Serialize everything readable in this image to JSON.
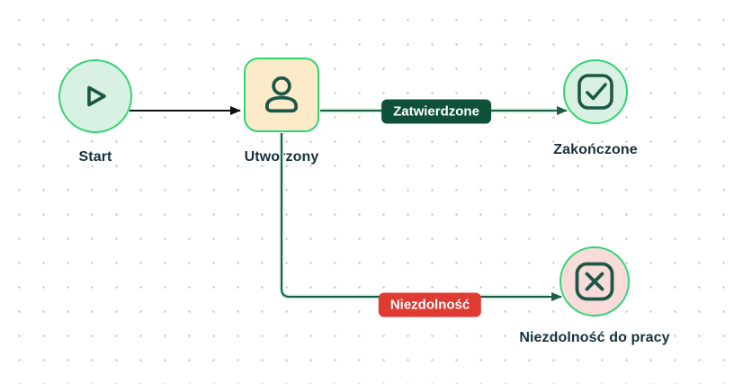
{
  "canvas": {
    "type": "workflow-state-diagram",
    "background": "dotted-grid",
    "colors": {
      "node-border-green": "#30d573",
      "fill-green": "#d9f1e2",
      "fill-peach": "#fcebc8",
      "fill-pink": "#f9dbd9",
      "icon-dark-green": "#1d5747",
      "edge-green": "#1e5c44",
      "edge-green-halo": "#cdeeda",
      "edge-black": "#111111",
      "badge-green": "#0e5138",
      "badge-red": "#e03b33",
      "badge-text": "#ffffff",
      "label-text": "#16323e",
      "grid-dot": "#cccccc"
    }
  },
  "nodes": [
    {
      "id": "start",
      "label": "Start",
      "icon": "play-icon",
      "shape": "circle",
      "fill": "#d9f1e2"
    },
    {
      "id": "utworzony",
      "label": "Utworzony",
      "icon": "user-icon",
      "shape": "rounded-square",
      "fill": "#fcebc8"
    },
    {
      "id": "zakonczone",
      "label": "Zakończone",
      "icon": "check-square-icon",
      "shape": "circle",
      "fill": "#d9f1e2"
    },
    {
      "id": "niezdolnosc-do-pracy",
      "label": "Niezdolność do pracy",
      "icon": "x-square-icon",
      "shape": "circle",
      "fill": "#f9dbd9"
    }
  ],
  "edges": [
    {
      "from": "start",
      "to": "utworzony",
      "label": "",
      "color": "#111111"
    },
    {
      "from": "utworzony",
      "to": "zakonczone",
      "label": "Zatwierdzone",
      "color": "#1e5c44",
      "badge": "green"
    },
    {
      "from": "utworzony",
      "to": "niezdolnosc-do-pracy",
      "label": "Niezdolność",
      "color": "#1e5c44",
      "badge": "red"
    }
  ]
}
